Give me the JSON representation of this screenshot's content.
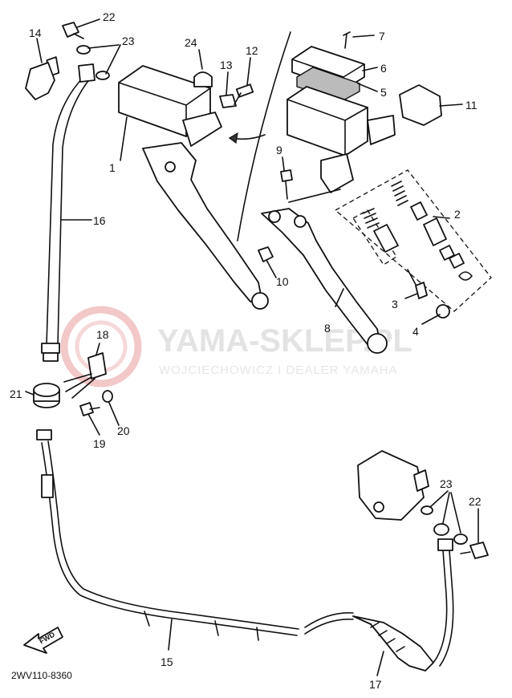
{
  "watermark": {
    "title": "YAMA-SKLEP.PL",
    "subtitle": "WOJCIECHOWICZ I DEALER YAMAHA"
  },
  "diagram": {
    "code": "2WV110-8360",
    "fwd_label": "FWD",
    "callouts": {
      "c1": "1",
      "c2": "2",
      "c3": "3",
      "c4": "4",
      "c5": "5",
      "c6": "6",
      "c7": "7",
      "c8": "8",
      "c9": "9",
      "c10": "10",
      "c11": "11",
      "c12": "12",
      "c13": "13",
      "c14": "14",
      "c15": "15",
      "c16": "16",
      "c17": "17",
      "c18": "18",
      "c19": "19",
      "c20": "20",
      "c21": "21",
      "c22a": "22",
      "c22b": "22",
      "c23a": "23",
      "c23b": "23",
      "c24": "24"
    }
  }
}
